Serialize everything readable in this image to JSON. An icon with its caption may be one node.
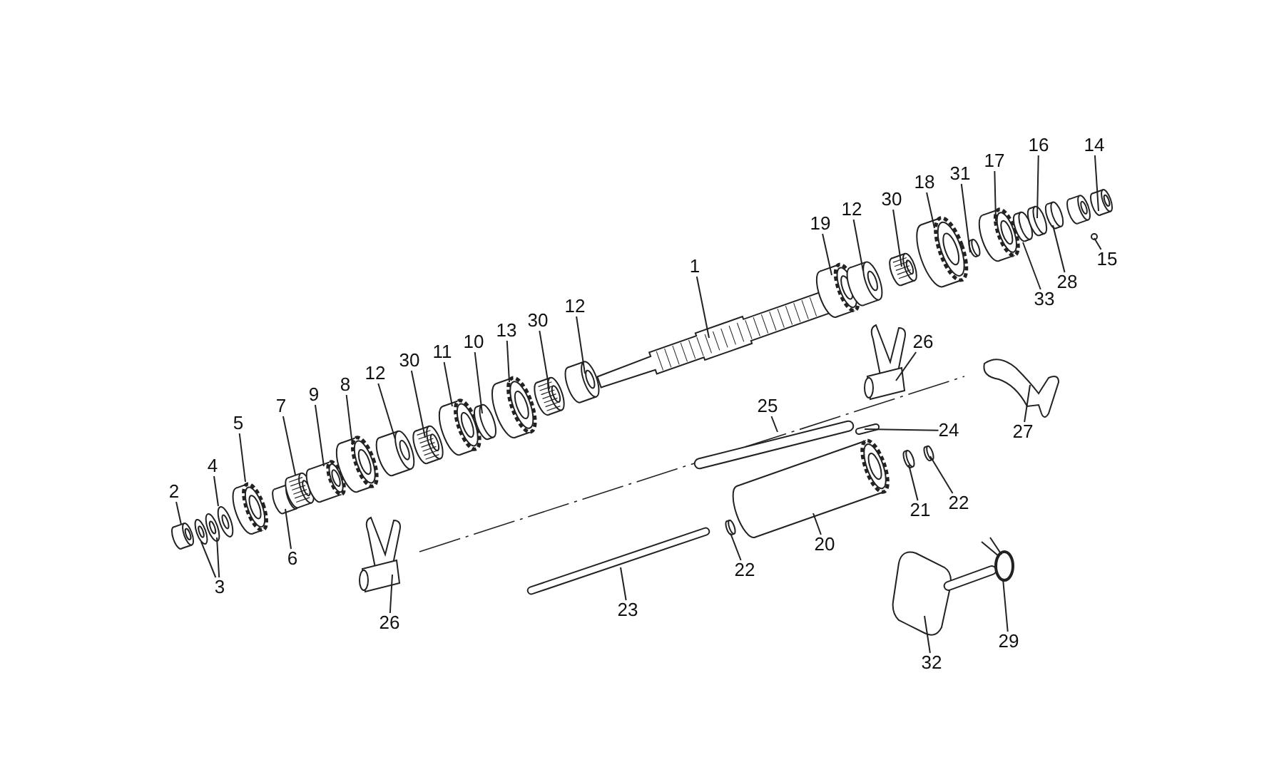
{
  "diagram": {
    "nodes": [
      {
        "text": [
          "1"
        ]
      },
      {
        "text": [
          "2"
        ]
      },
      {
        "text": [
          "3"
        ]
      },
      {
        "text": [
          "4"
        ]
      },
      {
        "text": [
          "5"
        ]
      },
      {
        "text": [
          "6"
        ]
      },
      {
        "text": [
          "7"
        ]
      },
      {
        "text": [
          "8"
        ]
      },
      {
        "text": [
          "9"
        ]
      },
      {
        "text": [
          "10"
        ]
      },
      {
        "text": [
          "11"
        ]
      },
      {
        "text": [
          "12"
        ]
      },
      {
        "text": [
          "12"
        ]
      },
      {
        "text": [
          "12"
        ]
      },
      {
        "text": [
          "13"
        ]
      },
      {
        "text": [
          "14"
        ]
      },
      {
        "text": [
          "15"
        ]
      },
      {
        "text": [
          "16"
        ]
      },
      {
        "text": [
          "17"
        ]
      },
      {
        "text": [
          "18"
        ]
      },
      {
        "text": [
          "19"
        ]
      },
      {
        "text": [
          "20"
        ]
      },
      {
        "text": [
          "21"
        ]
      },
      {
        "text": [
          "22"
        ]
      },
      {
        "text": [
          "22"
        ]
      },
      {
        "text": [
          "23"
        ]
      },
      {
        "text": [
          "24"
        ]
      },
      {
        "text": [
          "25"
        ]
      },
      {
        "text": [
          "26"
        ]
      },
      {
        "text": [
          "26"
        ]
      },
      {
        "text": [
          "27"
        ]
      },
      {
        "text": [
          "28"
        ]
      },
      {
        "text": [
          "29"
        ]
      },
      {
        "text": [
          "30"
        ]
      },
      {
        "text": [
          "30"
        ]
      },
      {
        "text": [
          "30"
        ]
      },
      {
        "text": [
          "31"
        ]
      },
      {
        "text": [
          "32"
        ]
      },
      {
        "text": [
          "33"
        ]
      },
      {
        "text": [],
        "shape": "picture"
      },
      {
        "text": [],
        "shape": "circle"
      },
      {
        "text": [],
        "shape": "circle"
      },
      {
        "text": [],
        "shape": "circle"
      },
      {
        "text": [],
        "shape": "picture"
      },
      {
        "text": [],
        "shape": "picture"
      },
      {
        "text": [],
        "shape": "picture"
      },
      {
        "text": [],
        "shape": "picture"
      },
      {
        "text": [],
        "shape": "picture"
      },
      {
        "text": [],
        "shape": "picture"
      },
      {
        "text": [],
        "shape": "picture"
      },
      {
        "text": [],
        "shape": "picture"
      },
      {
        "text": [],
        "shape": "picture"
      },
      {
        "text": [],
        "shape": "picture"
      },
      {
        "text": [],
        "shape": "picture"
      },
      {
        "text": [],
        "shape": "picture"
      },
      {
        "text": [],
        "shape": "picture"
      },
      {
        "text": [],
        "shape": "picture"
      },
      {
        "text": [],
        "shape": "picture"
      },
      {
        "text": [],
        "shape": "bar"
      },
      {
        "text": [],
        "shape": "picture"
      },
      {
        "text": [],
        "shape": "picture"
      },
      {
        "text": [],
        "shape": "picture"
      },
      {
        "text": [],
        "shape": "bar"
      },
      {
        "text": [],
        "shape": "picture"
      },
      {
        "text": [],
        "shape": "picture"
      },
      {
        "text": [],
        "shape": "picture"
      },
      {
        "text": [],
        "shape": "picture"
      },
      {
        "text": [],
        "shape": "picture"
      },
      {
        "text": [],
        "shape": "picture"
      },
      {
        "text": [],
        "shape": "picture"
      },
      {
        "text": [],
        "shape": "picture"
      },
      {
        "text": [],
        "shape": "picture"
      },
      {
        "text": [],
        "shape": "picture"
      },
      {
        "text": [],
        "shape": "picture"
      },
      {
        "text": [],
        "shape": "picture"
      },
      {
        "text": [],
        "shape": "picture"
      },
      {
        "text": [],
        "shape": "picture"
      },
      {
        "text": [],
        "shape": "picture"
      },
      {
        "text": [],
        "shape": "circle"
      }
    ],
    "edges": [
      {
        "from": 0,
        "to": 57,
        "arrow": "none"
      },
      {
        "from": 1,
        "to": 39,
        "arrow": "none"
      },
      {
        "from": 2,
        "to": 40,
        "arrow": "none"
      },
      {
        "from": 2,
        "to": 41,
        "arrow": "none"
      },
      {
        "from": 3,
        "to": 42,
        "arrow": "none"
      },
      {
        "from": 4,
        "to": 43,
        "arrow": "none"
      },
      {
        "from": 5,
        "to": 44,
        "arrow": "none"
      },
      {
        "from": 6,
        "to": 45,
        "arrow": "none"
      },
      {
        "from": 7,
        "to": 47,
        "arrow": "none"
      },
      {
        "from": 8,
        "to": 46,
        "arrow": "none"
      },
      {
        "from": 9,
        "to": 52,
        "arrow": "none"
      },
      {
        "from": 10,
        "to": 51,
        "arrow": "none"
      },
      {
        "from": 11,
        "to": 49,
        "arrow": "none"
      },
      {
        "from": 12,
        "to": 56,
        "arrow": "none"
      },
      {
        "from": 13,
        "to": 63,
        "arrow": "none"
      },
      {
        "from": 14,
        "to": 53,
        "arrow": "none"
      },
      {
        "from": 15,
        "to": 77,
        "arrow": "none"
      },
      {
        "from": 16,
        "to": 78,
        "arrow": "none"
      },
      {
        "from": 17,
        "to": 75,
        "arrow": "none"
      },
      {
        "from": 18,
        "to": 72,
        "arrow": "none"
      },
      {
        "from": 19,
        "to": 69,
        "arrow": "none"
      },
      {
        "from": 20,
        "to": 61,
        "arrow": "none"
      },
      {
        "from": 21,
        "to": 60,
        "arrow": "none"
      },
      {
        "from": 22,
        "to": 67,
        "arrow": "none"
      },
      {
        "from": 23,
        "to": 59,
        "arrow": "none"
      },
      {
        "from": 24,
        "to": 68,
        "arrow": "none"
      },
      {
        "from": 25,
        "to": 54,
        "arrow": "none"
      },
      {
        "from": 26,
        "to": 62,
        "arrow": "none"
      },
      {
        "from": 27,
        "to": 58,
        "arrow": "none"
      },
      {
        "from": 28,
        "to": 48,
        "arrow": "none"
      },
      {
        "from": 29,
        "to": 64,
        "arrow": "none"
      },
      {
        "from": 30,
        "to": 71,
        "arrow": "none"
      },
      {
        "from": 31,
        "to": 76,
        "arrow": "none"
      },
      {
        "from": 32,
        "to": 73,
        "arrow": "none"
      },
      {
        "from": 33,
        "to": 50,
        "arrow": "none"
      },
      {
        "from": 34,
        "to": 55,
        "arrow": "none"
      },
      {
        "from": 35,
        "to": 66,
        "arrow": "none"
      },
      {
        "from": 36,
        "to": 70,
        "arrow": "none"
      },
      {
        "from": 37,
        "to": 65,
        "arrow": "none"
      },
      {
        "from": 38,
        "to": 74,
        "arrow": "none"
      }
    ]
  }
}
